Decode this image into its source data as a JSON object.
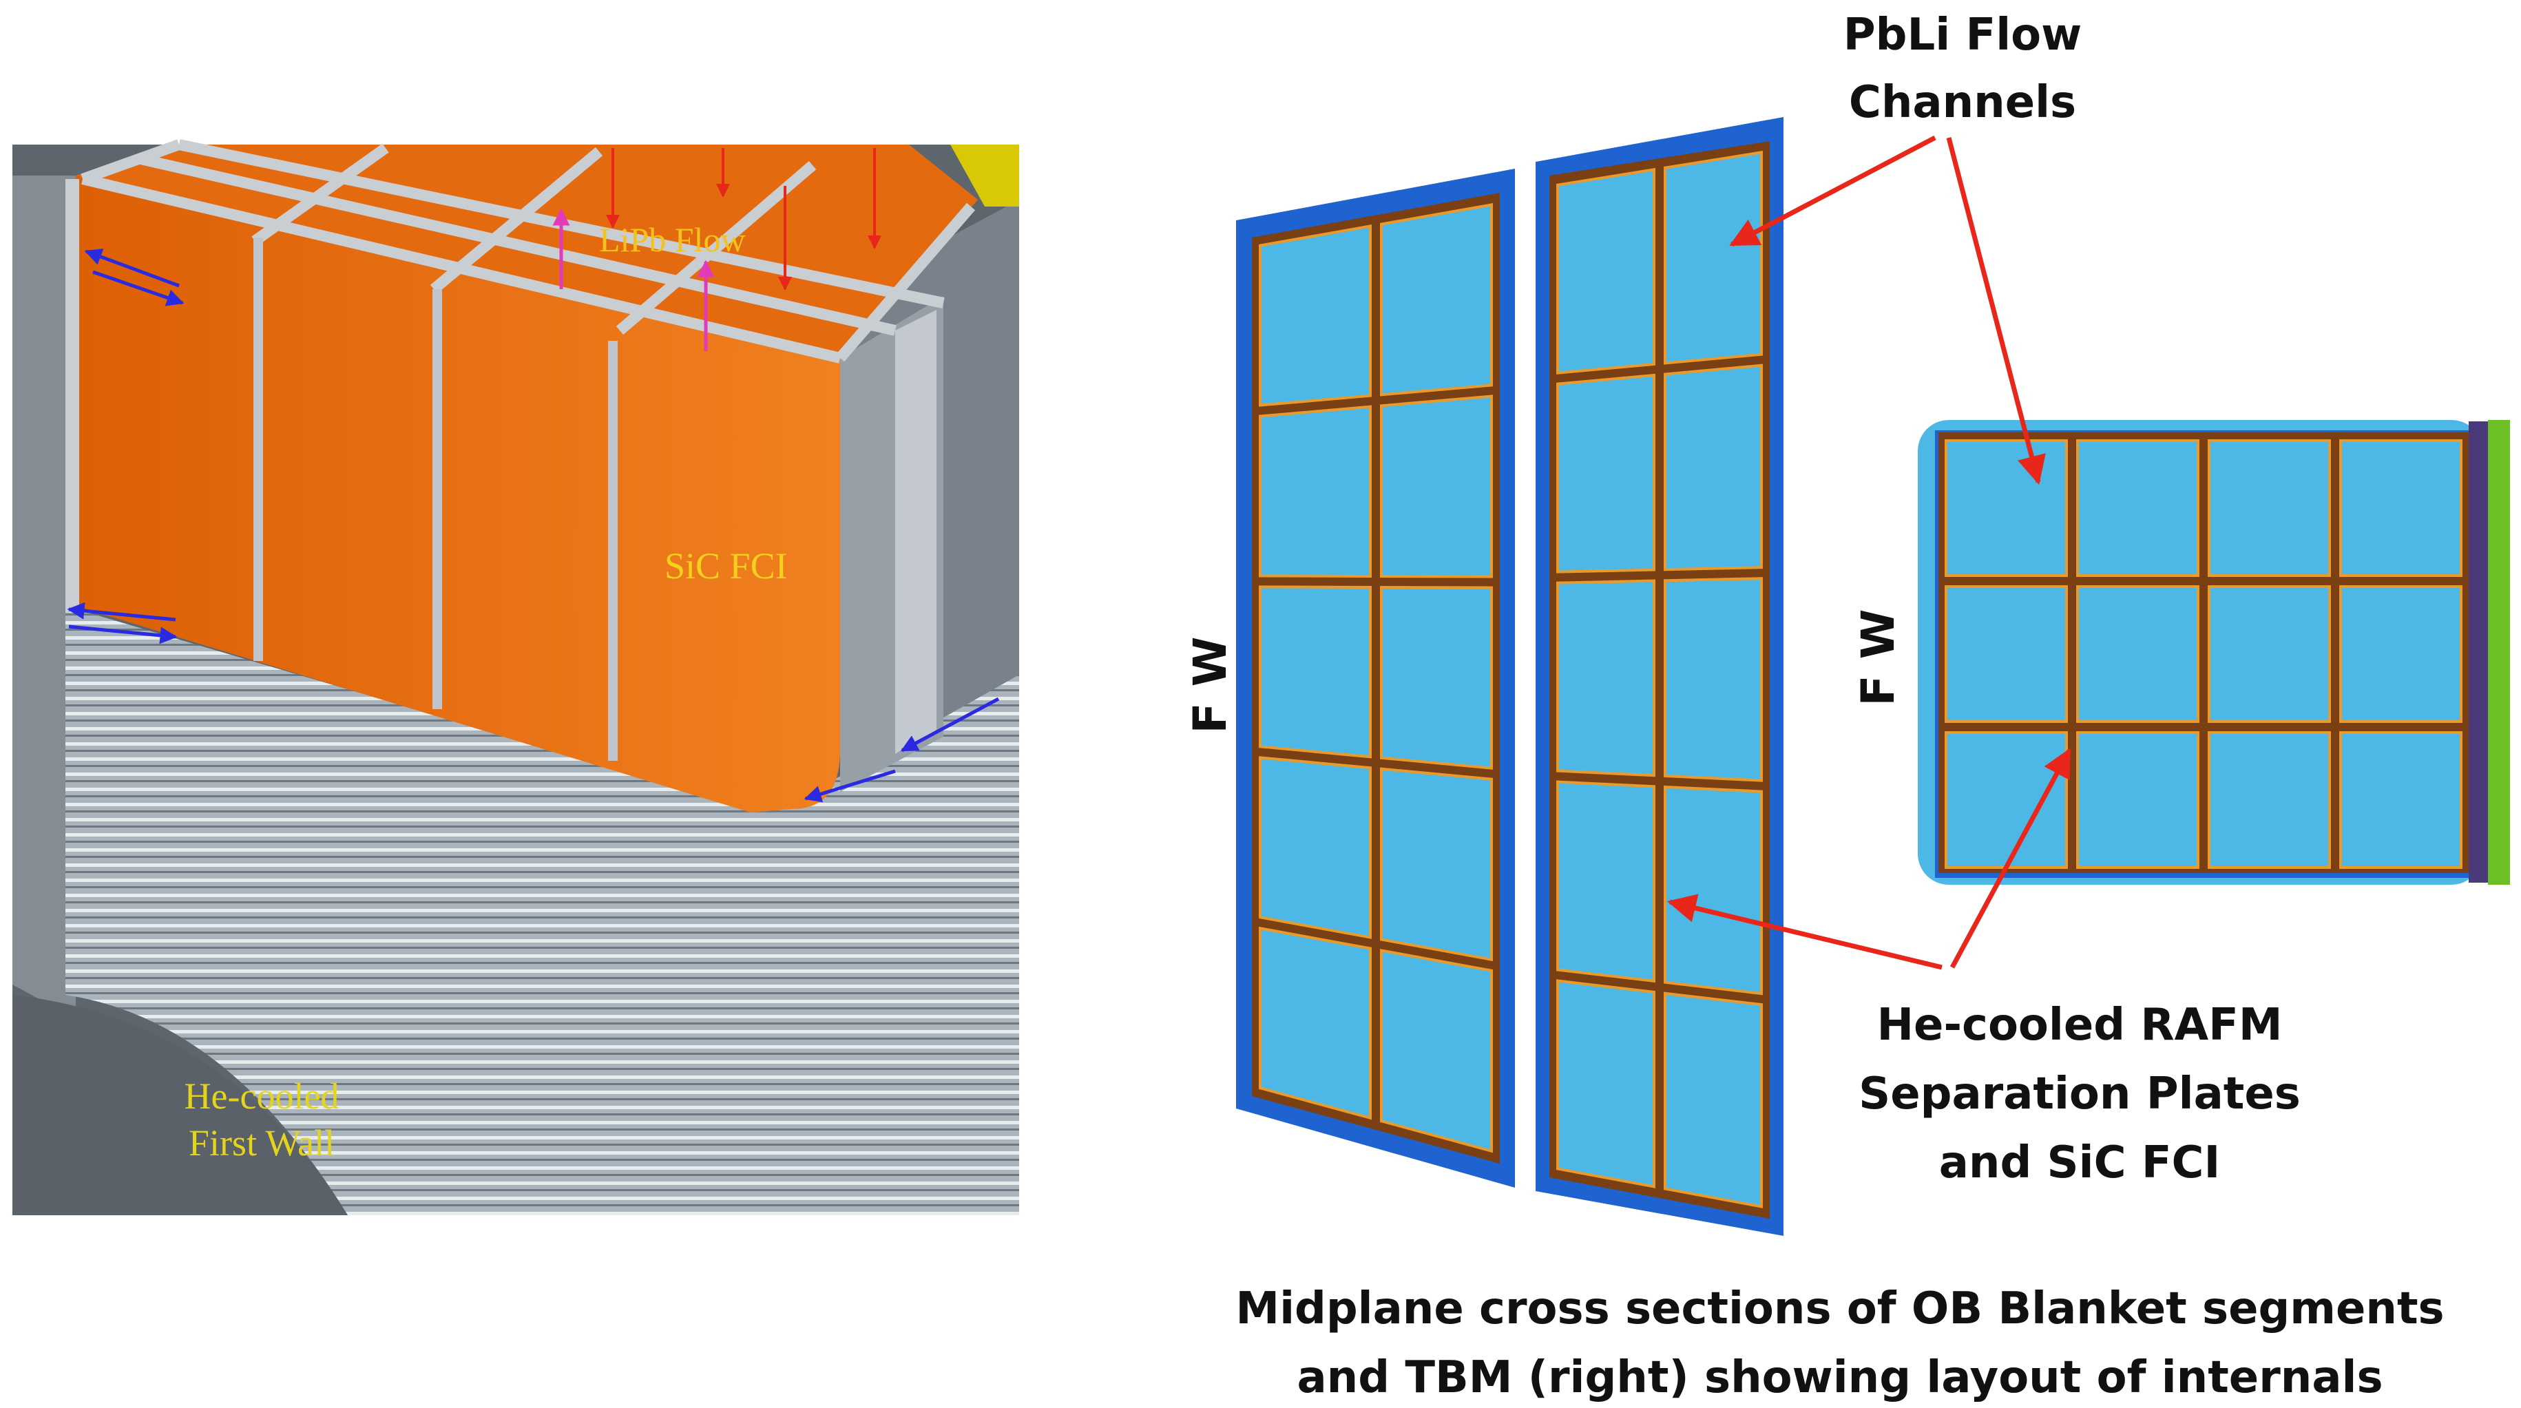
{
  "left_panel": {
    "label_flow": "LiPb Flow",
    "label_fci": "SiC FCI",
    "label_fw_line1": "He-cooled",
    "label_fw_line2": "First Wall"
  },
  "right_panel": {
    "fw_label_left": "F W",
    "fw_label_right": "F W",
    "callout_top_line1": "PbLi Flow",
    "callout_top_line2": "Channels",
    "callout_mid_line1": "He-cooled RAFM",
    "callout_mid_line2": "Separation Plates",
    "callout_mid_line3": "and SiC FCI",
    "caption_line1": "Midplane cross sections of OB Blanket segments",
    "caption_line2": "and TBM (right) showing layout of internals"
  },
  "colors": {
    "orange": "#e8660a",
    "gray_steel": "#8c949b",
    "frame_blue": "#1e63d0",
    "cell_blue": "#4db8e6",
    "plate_brown": "#8a4a14",
    "arrow_red": "#e8261a",
    "label_yellow": "#f3e51c",
    "tbm_green": "#6cbf24",
    "tbm_purple": "#4a3a7a"
  },
  "diagram": {
    "segments": [
      {
        "name": "ob-segment-1",
        "rows": 5,
        "cols": 2
      },
      {
        "name": "ob-segment-2",
        "rows": 5,
        "cols": 2
      }
    ],
    "tbm": {
      "rows": 3,
      "cols": 4
    }
  }
}
